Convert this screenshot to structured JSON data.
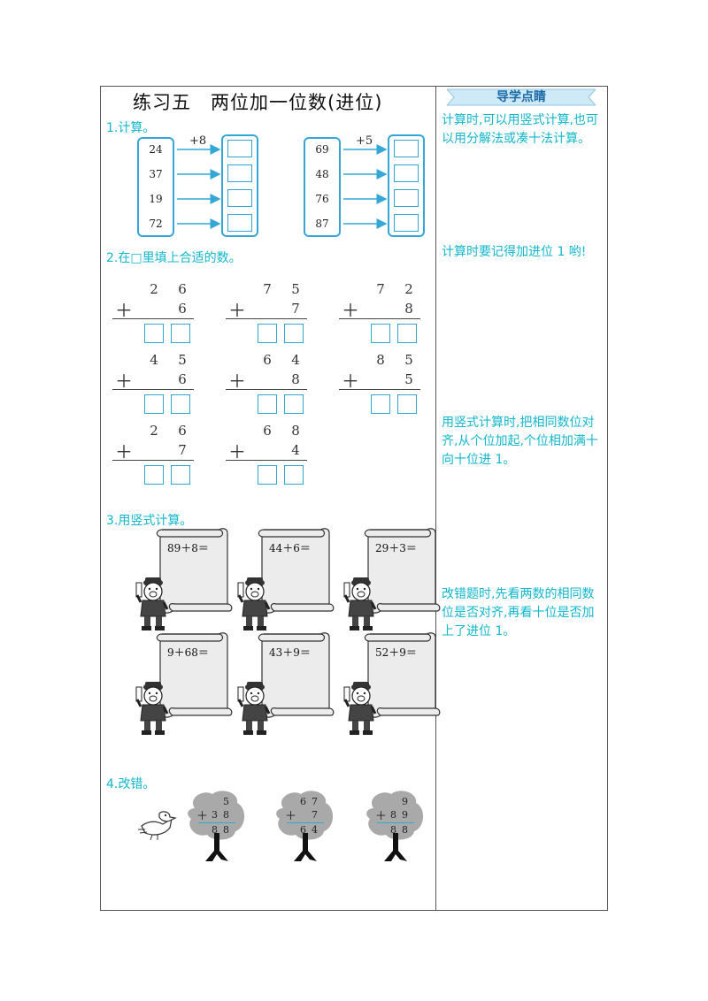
{
  "title": "练习五　两位加一位数(进位)",
  "banner": "导学点睛",
  "tips": [
    "计算时,可以用竖式计算,也可以用分解法或凑十法计算。",
    "计算时要记得加进位 1 哟!",
    "用竖式计算时,把相同数位对齐,从个位加起,个位相加满十向十位进 1。",
    "改错题时,先看两数的相同数位是否对齐,再看十位是否加上了进位 1。"
  ],
  "sections": {
    "s1": "1.计算。",
    "s2": "2.在□里填上合适的数。",
    "s3": "3.用竖式计算。",
    "s4": "4.改错。"
  },
  "part1": [
    {
      "op": "+8",
      "numbers": [
        "24",
        "37",
        "19",
        "72"
      ]
    },
    {
      "op": "+5",
      "numbers": [
        "69",
        "48",
        "76",
        "87"
      ]
    }
  ],
  "part2": [
    {
      "top": [
        "2",
        "6"
      ],
      "bottom": "6"
    },
    {
      "top": [
        "7",
        "5"
      ],
      "bottom": "7"
    },
    {
      "top": [
        "7",
        "2"
      ],
      "bottom": "8"
    },
    {
      "top": [
        "4",
        "5"
      ],
      "bottom": "6"
    },
    {
      "top": [
        "6",
        "4"
      ],
      "bottom": "8"
    },
    {
      "top": [
        "8",
        "5"
      ],
      "bottom": "5"
    },
    {
      "top": [
        "2",
        "6"
      ],
      "bottom": "7"
    },
    {
      "top": [
        "6",
        "8"
      ],
      "bottom": "4"
    }
  ],
  "plus_sign": "＋",
  "part3": [
    "89＋8＝",
    "44＋6＝",
    "29＋3＝",
    "9＋68＝",
    "43＋9＝",
    "52＋9＝"
  ],
  "part4": [
    {
      "top": [
        "",
        "5"
      ],
      "bottom": [
        "3",
        "8"
      ],
      "result": [
        "8",
        "8"
      ]
    },
    {
      "top": [
        "6",
        "7"
      ],
      "bottom": [
        "",
        "7"
      ],
      "result": [
        "6",
        "4"
      ]
    },
    {
      "top": [
        "",
        "9"
      ],
      "bottom": [
        "8",
        "9"
      ],
      "result": [
        "8",
        "8"
      ]
    }
  ],
  "colors": {
    "accent": "#11b7cc",
    "box": "#35a7d6",
    "tree": "#a9a9a9"
  }
}
